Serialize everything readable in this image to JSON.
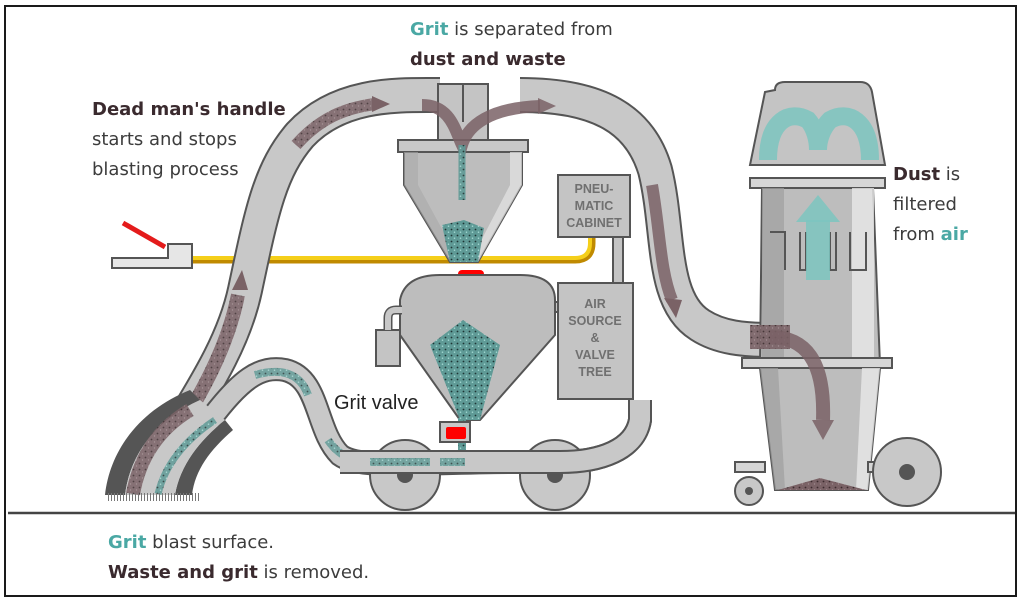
{
  "diagram": {
    "title": "Vacuum grit blasting process",
    "colors": {
      "accent_teal": "#4aa8a4",
      "dark_text": "#3a2a2e",
      "body_text": "#3c3c3c",
      "pipe_fill": "#c8c8c8",
      "pipe_stroke": "#555555",
      "valve_red": "#ff0000",
      "air_line": "#f2c200",
      "waste_brown": "#6e5458",
      "grit_teal": "#6fb6b0"
    },
    "labels": {
      "separator": {
        "highlight": "Grit",
        "line1_rest": " is separated from",
        "line2_bold": "dust and waste"
      },
      "handle": {
        "line1_bold": "Dead man's handle",
        "line2": "starts and stops",
        "line3": "blasting process"
      },
      "filter": {
        "line1_bold": "Dust",
        "line1_rest": " is",
        "line2": "filtered",
        "line3_pre": "from ",
        "line3_highlight": "air"
      },
      "surface": {
        "line1_highlight": "Grit",
        "line1_rest": " blast surface.",
        "line2_bold": "Waste and grit",
        "line2_rest": " is removed."
      },
      "grit_valve": "Grit valve"
    },
    "boxes": {
      "pneumatic_cabinet": [
        "PNEU-",
        "MATIC",
        "CABINET"
      ],
      "air_source": [
        "AIR",
        "SOURCE",
        "&",
        "VALVE",
        "TREE"
      ]
    }
  }
}
